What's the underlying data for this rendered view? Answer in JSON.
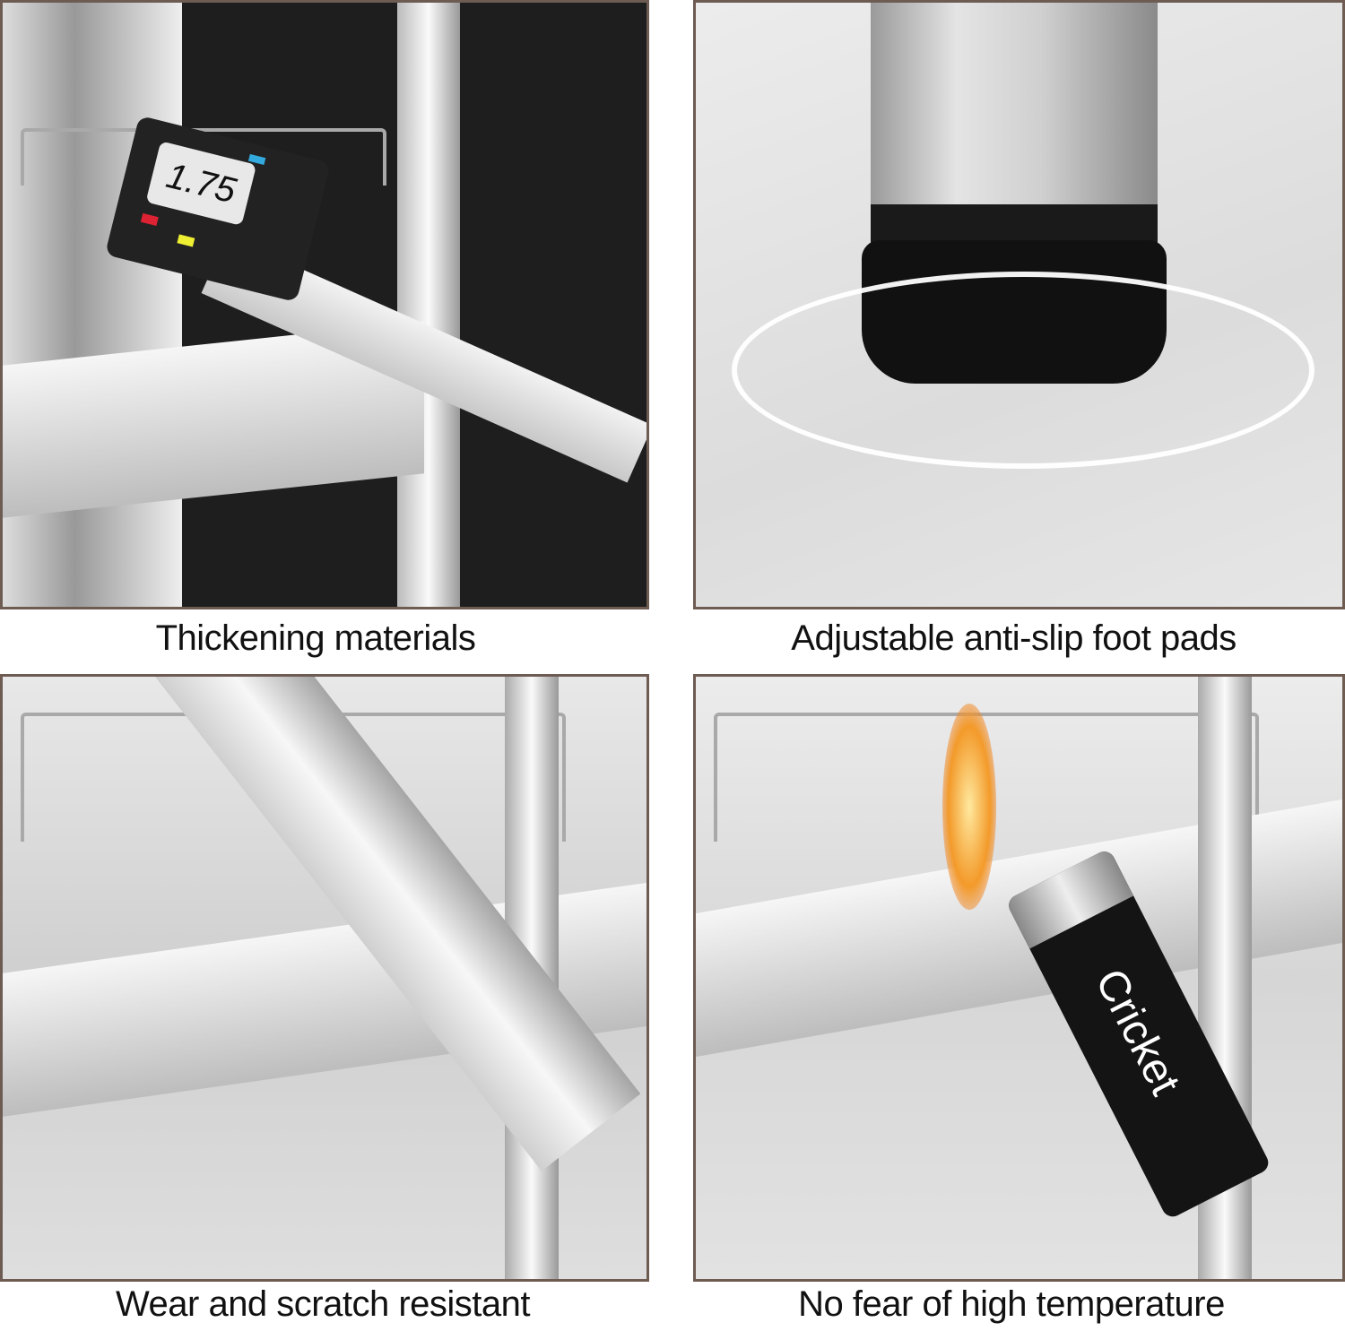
{
  "panels": [
    {
      "caption": "Thickening materials",
      "caliper_reading": "1.75"
    },
    {
      "caption": "Adjustable anti-slip foot pads"
    },
    {
      "caption": "Wear and scratch resistant"
    },
    {
      "caption": "No fear of high temperature",
      "lighter_brand": "Cricket"
    }
  ],
  "colors": {
    "border": "#6e5b52",
    "caption": "#111111"
  }
}
